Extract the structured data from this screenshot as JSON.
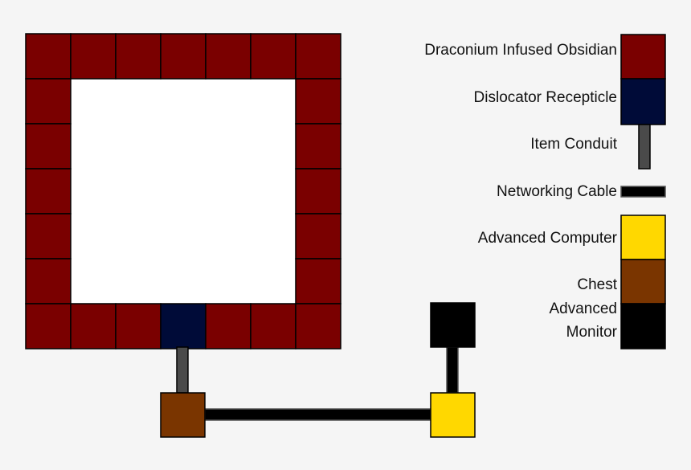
{
  "colors": {
    "obsidian": "#7a0000",
    "receptacle": "#000b38",
    "chest": "#7a3500",
    "computer": "#ffd800",
    "monitor": "#000000",
    "conduit": "#4a4a4a",
    "cable": "#000000",
    "interior": "#ffffff",
    "outline": "#000000"
  },
  "legend": [
    {
      "key": "obsidian",
      "label": "Draconium Infused Obsidian"
    },
    {
      "key": "receptacle",
      "label": "Dislocator Recepticle"
    },
    {
      "key": "conduit",
      "label": "Item Conduit"
    },
    {
      "key": "cable",
      "label": "Networking Cable"
    },
    {
      "key": "computer",
      "label": "Advanced Computer"
    },
    {
      "key": "chest",
      "label": "Chest"
    },
    {
      "key": "monitor",
      "label_line1": "Advanced",
      "label_line2": "Monitor"
    }
  ]
}
